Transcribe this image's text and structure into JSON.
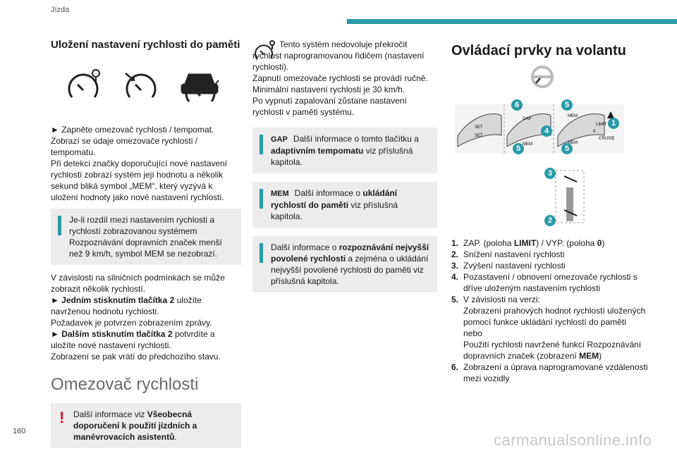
{
  "header": {
    "section": "Jízda",
    "page_number": "160"
  },
  "watermark": "carmanualsonline.info",
  "colors": {
    "accent": "#2a9aa6",
    "info_bg": "#ececec",
    "warning": "#e0102b"
  },
  "col1": {
    "heading": "Uložení nastavení rychlosti do paměti",
    "icons": [
      "speed-limiter-icon",
      "cruise-control-icon",
      "adaptive-cruise-icon"
    ],
    "para1": "► Zapněte omezovač rychlosti / tempomat.",
    "para2": "Zobrazí se údaje omezovače rychlosti / tempomatu.",
    "para3": "Při detekci značky doporučující nové nastavení rychlosti zobrazí systém její hodnotu a několik sekund bliká symbol „MEM“, který vyzývá k uložení hodnoty jako nové nastavení rychlosti.",
    "info1": "Je-li rozdíl mezi nastavením rychlosti a rychlostí zobrazovanou systémem Rozpoznávání dopravních značek menší než 9 km/h, symbol MEM se nezobrazí.",
    "para4": "V závislosti na silničních podmínkách se může zobrazit několik rychlostí.",
    "para5_bold": "► Jedním stisknutím tlačítka 2",
    "para5_rest": " uložíte navrženou hodnotu rychlosti.",
    "para6": "Požadavek je potvrzen zobrazením zprávy.",
    "para7_bold": "► Dalším stisknutím tlačítka 2",
    "para7_rest": " potvrdíte a uložíte nové nastavení rychlosti.",
    "para8": "Zobrazení se pak vrátí do předchozího stavu.",
    "section_title": "Omezovač rychlosti",
    "warn_pre": "Další informace viz ",
    "warn_bold": "Všeobecná doporučení k použití jízdních a manévrovacích asistentů",
    "warn_post": "."
  },
  "col2": {
    "intro": "Tento systém nedovoluje překročit rychlost naprogramovanou řidičem (nastavení rychlosti).",
    "p2": "Zapnutí omezovače rychlosti se provádí ručně.",
    "p3": "Minimální nastavení rychlosti je 30 km/h.",
    "p4": "Po vypnutí zapalování zůstane nastavení rychlosti v paměti systému.",
    "gap_label": "GAP",
    "info_gap_pre": "Další informace o tomto tlačítku a ",
    "info_gap_bold": "adaptivním tempomatu",
    "info_gap_post": " viz příslušná kapitola.",
    "mem_label": "MEM",
    "info_mem_pre": "Další informace o ",
    "info_mem_bold": "ukládání rychlostí do paměti",
    "info_mem_post": " viz příslušná kapitola.",
    "info_max_pre": "Další informace o ",
    "info_max_bold": "rozpoznávání nejvyšší povolené rychlosti",
    "info_max_post": " a zejména o ukládání nejvyšší povolené rychlosti do paměti viz příslušná kapitola."
  },
  "col3": {
    "title": "Ovládací prvky na volantu",
    "list": [
      {
        "n": "1.",
        "html_pre": "ZAP. (poloha ",
        "bold1": "LIMIT",
        "mid": ") / VYP. (poloha ",
        "bold2": "0",
        "post": ")"
      },
      {
        "n": "2.",
        "text": "Snížení nastavení rychlosti"
      },
      {
        "n": "3.",
        "text": "Zvýšení nastavení rychlosti"
      },
      {
        "n": "4.",
        "text": "Pozastavení / obnovení omezovače rychlosti s dříve uloženým nastavením rychlosti"
      },
      {
        "n": "5.",
        "text": "V závislosti na verzi:"
      },
      {
        "n": "",
        "text": "Zobrazení prahových hodnot rychlostí uložených pomocí funkce ukládání rychlostí do paměti"
      },
      {
        "n": "",
        "text": "nebo"
      },
      {
        "n": "",
        "text": "Použití rychlosti navržené funkcí Rozpoznávání dopravních značek (zobrazení ",
        "bold": "MEM",
        "post": ")"
      },
      {
        "n": "6.",
        "text": "Zobrazení a úprava naprogramované vzdálenosti mezi vozidly"
      }
    ],
    "diagram": {
      "badges": [
        "6",
        "5",
        "4",
        "1",
        "5",
        "5",
        "3",
        "2"
      ],
      "stalk_labels": [
        "GAP",
        "MEM",
        "MEM",
        "MEM",
        "LIMIT",
        "CRUISE",
        "SET",
        "SET",
        "0"
      ]
    }
  }
}
